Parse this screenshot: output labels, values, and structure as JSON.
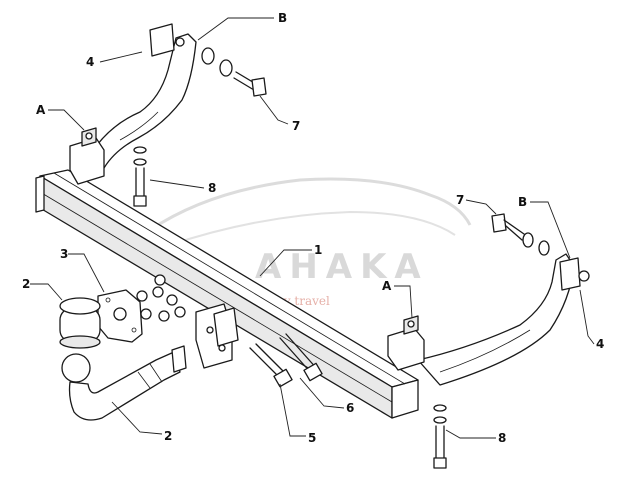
{
  "watermark": {
    "brand": "AHAKA",
    "tagline": "motorway travel"
  },
  "callouts": {
    "bracket_left_label": "4",
    "bracket_right_label": "4",
    "side_plate_top_left_label": "B",
    "side_plate_top_right_label": "B",
    "mount_left_label": "A",
    "mount_right_label": "A",
    "bolt_top_left_label": "7",
    "bolt_top_right_label": "7",
    "bolt_mid_label": "8",
    "bolt_bottom_label": "8",
    "crossbar_label": "1",
    "socket_plate_label": "3",
    "cap_label": "2",
    "ball_neck_label": "2",
    "bolt_long_label": "6",
    "bolt_short_label": "5"
  }
}
